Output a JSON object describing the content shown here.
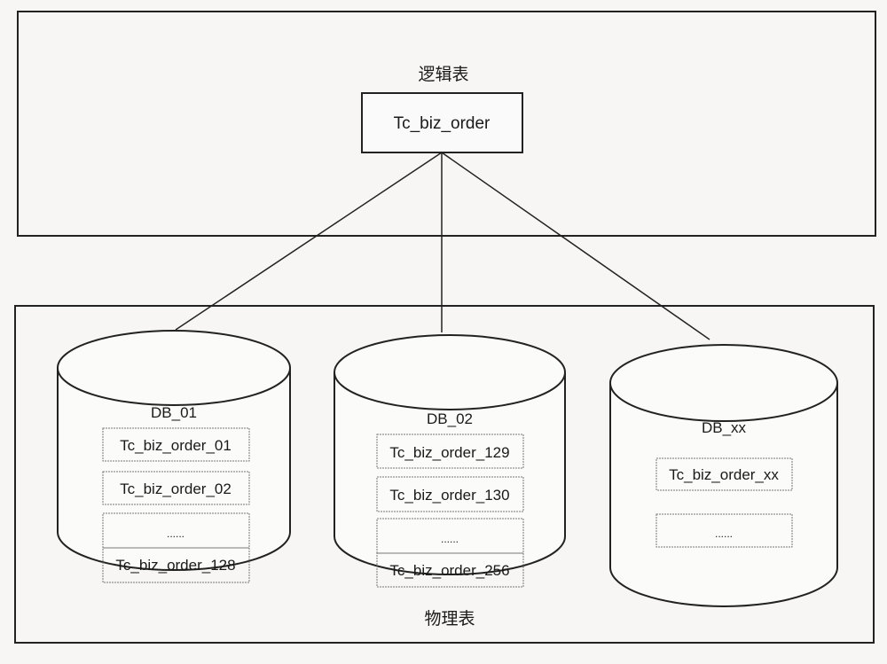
{
  "logical": {
    "caption": "逻辑表",
    "table_name": "Tc_biz_order"
  },
  "physical": {
    "caption": "物理表",
    "databases": [
      {
        "name": "DB_01",
        "tables": [
          "Tc_biz_order_01",
          "Tc_biz_order_02",
          "......",
          "Tc_biz_order_128"
        ]
      },
      {
        "name": "DB_02",
        "tables": [
          "Tc_biz_order_129",
          "Tc_biz_order_130",
          "......",
          "Tc_biz_order_256"
        ]
      },
      {
        "name": "DB_xx",
        "tables": [
          "Tc_biz_order_xx",
          "......"
        ]
      }
    ]
  }
}
